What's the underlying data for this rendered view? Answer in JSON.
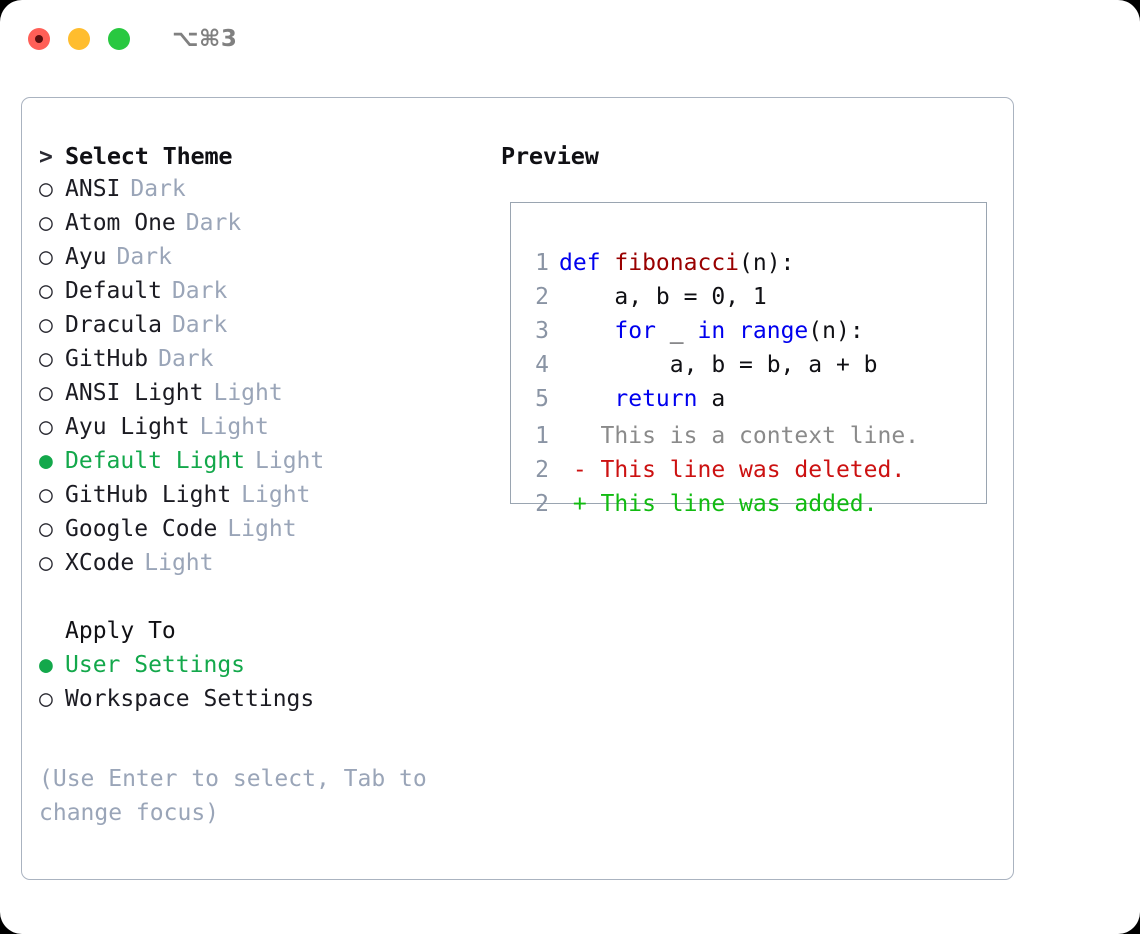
{
  "titlebar": {
    "buttons": [
      {
        "name": "close",
        "color": "#ff5f57"
      },
      {
        "name": "minimize",
        "color": "#ffbd2e"
      },
      {
        "name": "zoom",
        "color": "#28c840"
      }
    ],
    "shortcut": "⌥⌘3"
  },
  "theme_picker": {
    "header_caret": ">",
    "header": "Select Theme",
    "marker_unselected": "○",
    "marker_selected": "●",
    "items": [
      {
        "label": "ANSI",
        "tag": "Dark",
        "selected": false
      },
      {
        "label": "Atom One",
        "tag": "Dark",
        "selected": false
      },
      {
        "label": "Ayu",
        "tag": "Dark",
        "selected": false
      },
      {
        "label": "Default",
        "tag": "Dark",
        "selected": false
      },
      {
        "label": "Dracula",
        "tag": "Dark",
        "selected": false
      },
      {
        "label": "GitHub",
        "tag": "Dark",
        "selected": false
      },
      {
        "label": "ANSI Light",
        "tag": "Light",
        "selected": false
      },
      {
        "label": "Ayu Light",
        "tag": "Light",
        "selected": false
      },
      {
        "label": "Default Light",
        "tag": "Light",
        "selected": true
      },
      {
        "label": "GitHub Light",
        "tag": "Light",
        "selected": false
      },
      {
        "label": "Google Code",
        "tag": "Light",
        "selected": false
      },
      {
        "label": "XCode",
        "tag": "Light",
        "selected": false
      }
    ]
  },
  "apply_to": {
    "header": "Apply To",
    "options": [
      {
        "label": "User Settings",
        "selected": true
      },
      {
        "label": "Workspace Settings",
        "selected": false
      }
    ]
  },
  "hint": "(Use Enter to select, Tab to change focus)",
  "preview": {
    "title": "Preview",
    "code_lines": [
      {
        "number": "1",
        "tokens": [
          {
            "text": "def ",
            "kind": "kw"
          },
          {
            "text": "fibonacci",
            "kind": "fn"
          },
          {
            "text": "(n):",
            "kind": "plain"
          }
        ]
      },
      {
        "number": "2",
        "tokens": [
          {
            "text": "    a, b = 0, 1",
            "kind": "plain"
          }
        ]
      },
      {
        "number": "3",
        "tokens": [
          {
            "text": "    ",
            "kind": "plain"
          },
          {
            "text": "for",
            "kind": "kw"
          },
          {
            "text": " _ ",
            "kind": "plain"
          },
          {
            "text": "in",
            "kind": "kw"
          },
          {
            "text": " ",
            "kind": "plain"
          },
          {
            "text": "range",
            "kind": "kw"
          },
          {
            "text": "(n):",
            "kind": "plain"
          }
        ]
      },
      {
        "number": "4",
        "tokens": [
          {
            "text": "        a, b = b, a + b",
            "kind": "plain"
          }
        ]
      },
      {
        "number": "5",
        "tokens": [
          {
            "text": "    ",
            "kind": "plain"
          },
          {
            "text": "return",
            "kind": "kw"
          },
          {
            "text": " a",
            "kind": "plain"
          }
        ]
      }
    ],
    "diff_lines": [
      {
        "number": "1",
        "sign": " ",
        "text": "This is a context line.",
        "kind": "ctx"
      },
      {
        "number": "2",
        "sign": "-",
        "text": "This line was deleted.",
        "kind": "del"
      },
      {
        "number": "2",
        "sign": "+",
        "text": "This line was added.",
        "kind": "add"
      }
    ]
  },
  "colors": {
    "accent_green": "#13a84b",
    "diff_add": "#11bb11",
    "diff_del": "#cc1111",
    "keyword_blue": "#0000ee",
    "function_red": "#990000",
    "muted_gray": "#9aa5b8",
    "panel_border": "#aab3c0"
  }
}
